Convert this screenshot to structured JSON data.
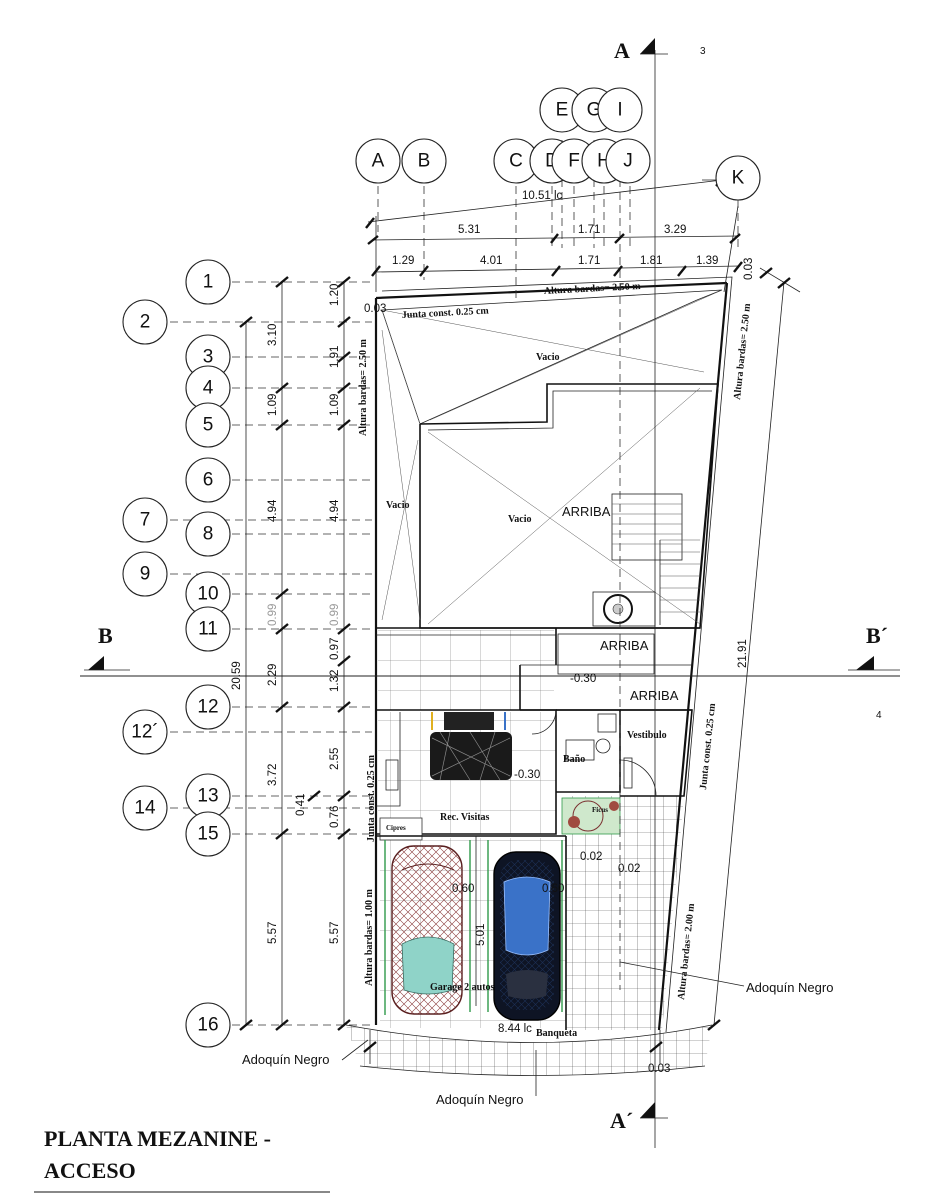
{
  "title": {
    "line1": "PLANTA MEZANINE -",
    "line2": "ACCESO"
  },
  "section_markers": {
    "A_top": "A",
    "A_bottom": "A´",
    "B_left": "B",
    "B_right": "B´",
    "num_3": "3",
    "num_4": "4"
  },
  "column_axes": [
    "A",
    "B",
    "C",
    "D",
    "E",
    "F",
    "G",
    "H",
    "I",
    "J",
    "K"
  ],
  "row_axes": [
    "1",
    "2",
    "3",
    "4",
    "5",
    "6",
    "7",
    "8",
    "9",
    "10",
    "11",
    "12",
    "12´",
    "13",
    "14",
    "15",
    "16"
  ],
  "dims_top": {
    "overall": "10.51 lc",
    "row2": [
      "5.31",
      "1.71",
      "3.29"
    ],
    "row3": [
      "1.29",
      "4.01",
      "1.71",
      "1.81",
      "1.39"
    ],
    "edge_left": "0.03",
    "edge_right": "0.03"
  },
  "dims_left_outer": {
    "overall": "20.59",
    "segments": [
      "3.10",
      "1.09",
      "4.94",
      "0.99",
      "2.29",
      "3.72",
      "0.41",
      "5.57"
    ]
  },
  "dims_left_inner": {
    "segments": [
      "1.20",
      "1.91",
      "1.09",
      "4.94",
      "0.99",
      "0.97",
      "1.32",
      "2.55",
      "0.76",
      "5.57"
    ]
  },
  "dims_right": {
    "overall": "21.91"
  },
  "dims_bottom": {
    "front": "8.44 lc",
    "edge": "0.03"
  },
  "notes": {
    "junta_top": "Junta const. 0.25 cm",
    "altura_top": "Altura bardas= 2.50 m",
    "altura_left": "Altura bardas= 2.50 m",
    "altura_right": "Altura bardas= 2.50 m",
    "junta_left": "Junta const. 0.25 cm",
    "junta_right": "Junta const. 0.25 cm",
    "altura_left_low": "Altura bardas= 1.00 m",
    "altura_right_low": "Altura bardas= 2.00 m"
  },
  "rooms": {
    "vacio_1": "Vacio",
    "vacio_2": "Vacio",
    "vacio_3": "Vacio",
    "arriba_1": "ARRIBA",
    "arriba_2": "ARRIBA",
    "arriba_3": "ARRIBA",
    "level_1": "-0.30",
    "level_2": "-0.30",
    "vestibulo": "Vestibulo",
    "bano": "Baño",
    "rec_visitas": "Rec. Visitas",
    "cipres": "Cipres",
    "ficus": "Ficus",
    "garage": "Garage 2 autos",
    "banqueta": "Banqueta",
    "slope_1": "0.60",
    "slope_2": "0.60",
    "slope_3": "0.02",
    "slope_4": "0.02",
    "dim_501": "5.01"
  },
  "materials": {
    "adoquin_right": "Adoquín Negro",
    "adoquin_left": "Adoquín Negro",
    "adoquin_bottom": "Adoquín Negro"
  },
  "colors": {
    "line": "#111111",
    "car_red": "#8a3a3a",
    "car_blue": "#3a72c8",
    "glass": "#8fd3c8",
    "green": "#2f9a4a"
  }
}
